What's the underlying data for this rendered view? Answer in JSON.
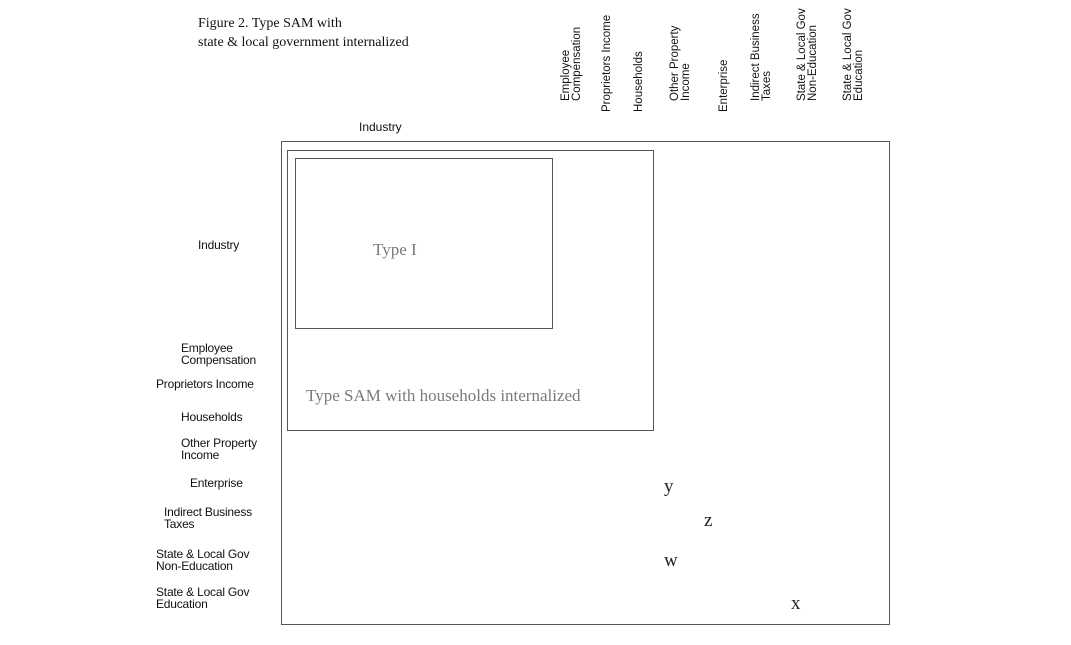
{
  "figure": {
    "title_line1": "Figure 2. Type SAM with",
    "title_line2": "state & local government internalized"
  },
  "columns": {
    "industry": "Industry",
    "rotated": [
      "Employee\nCompensation",
      "Proprietors Income",
      "Households",
      "Other Property\nIncome",
      "Enterprise",
      "Indirect Business\nTaxes",
      "State & Local Gov\nNon-Education",
      "State & Local Gov\nEducation"
    ]
  },
  "rows": [
    "Industry",
    "Employee\nCompensation",
    "Proprietors Income",
    "Households",
    "Other Property\nIncome",
    "Enterprise",
    "Indirect Business\nTaxes",
    "State & Local Gov\nNon-Education",
    "State & Local Gov\nEducation"
  ],
  "boxes": {
    "type1": "Type I",
    "sam": "Type SAM with households internalized"
  },
  "cells": {
    "y": "y",
    "z": "z",
    "w": "w",
    "x": "x"
  }
}
